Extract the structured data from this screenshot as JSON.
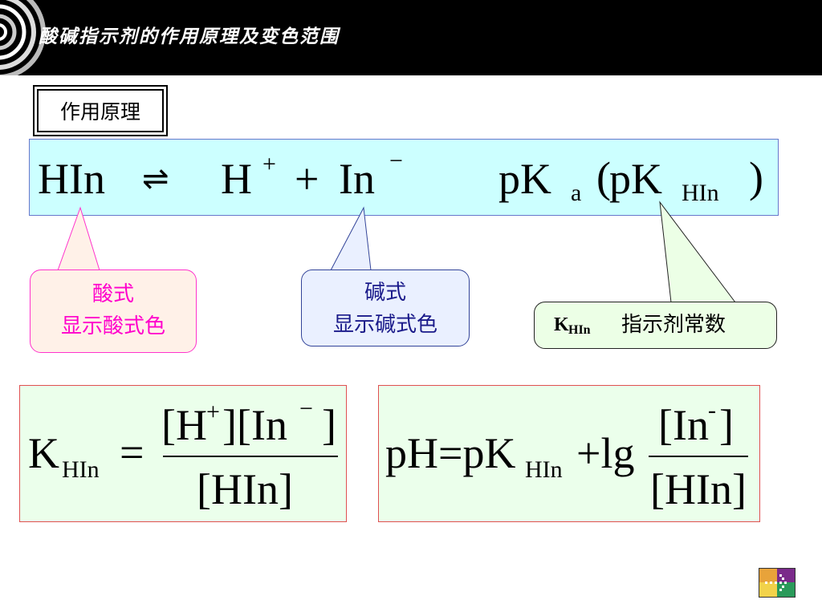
{
  "header": {
    "title": "酸碱指示剂的作用原理及变色范围"
  },
  "section_label": "作用原理",
  "equation": {
    "reactant": "HIn",
    "equilibrium_symbol": "⇌",
    "cation": "H",
    "cation_charge": "+",
    "plus": "+",
    "anion": "In",
    "anion_charge": "−",
    "pk": "pK",
    "pk_sub": "a",
    "paren_open": "(",
    "pk2": "pK",
    "pk2_sub": "HIn",
    "paren_close": ")"
  },
  "callouts": {
    "acid_line1": "酸式",
    "acid_line2": "显示酸式色",
    "base_line1": "碱式",
    "base_line2": "显示碱式色",
    "constant_symbol": "K",
    "constant_sub": "HIn",
    "constant_label": "指示剂常数"
  },
  "formula_k": {
    "lhs": "K",
    "lhs_sub": "HIn",
    "equals": "=",
    "num_a": "[H",
    "num_a_charge": "+",
    "num_b": "][In",
    "num_b_charge": "−",
    "num_c": "]",
    "den": "[HIn]"
  },
  "formula_ph": {
    "lhs": "pH=pK",
    "lhs_sub": "HIn",
    "mid": "+lg",
    "num_a": "[In",
    "num_charge": "-",
    "num_b": "]",
    "den": "[HIn]"
  },
  "colors": {
    "header_bg": "#000000",
    "equation_bg": "#ccffff",
    "acid_text": "#ff00cc",
    "base_text": "#1a1a8a",
    "formula_bg": "#ebffeb",
    "formula_border": "#e05050"
  },
  "icons": {
    "header_logo": "concentric-rings-icon",
    "nav": "arrow-right-icon"
  }
}
